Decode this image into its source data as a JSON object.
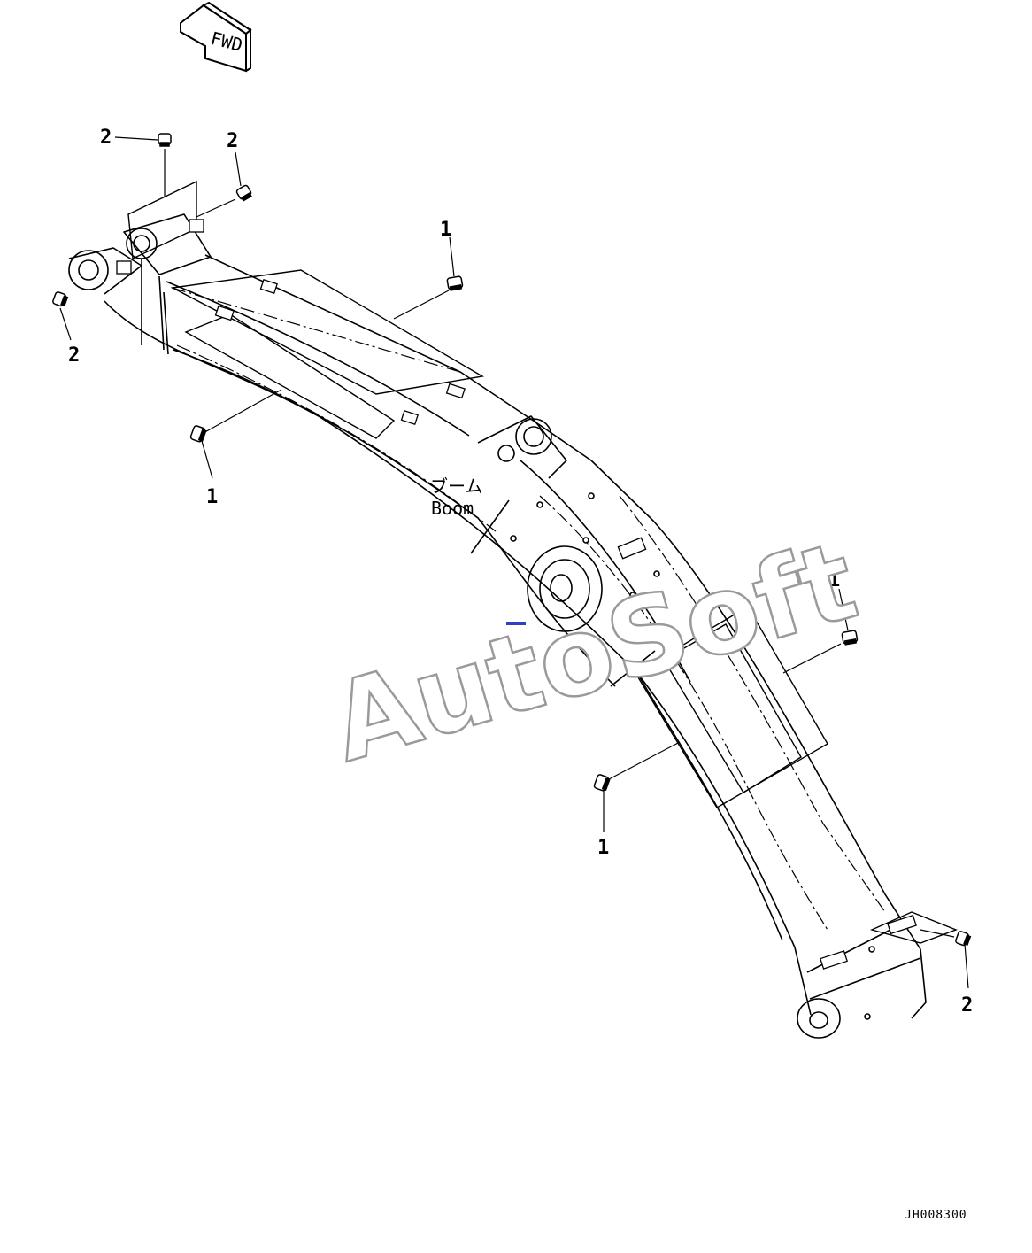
{
  "fwd_label": "FWD",
  "part_label_jp": "ブーム",
  "part_label_en": "Boom",
  "callouts": [
    "2",
    "2",
    "2",
    "1",
    "1",
    "1",
    "1",
    "2"
  ],
  "drawing_code": "JH008300",
  "watermark": "AutoSoft",
  "colors": {
    "line": "#000000",
    "watermark_outline": "#9a9a9a",
    "accent_dot": "#2b3fc8"
  }
}
